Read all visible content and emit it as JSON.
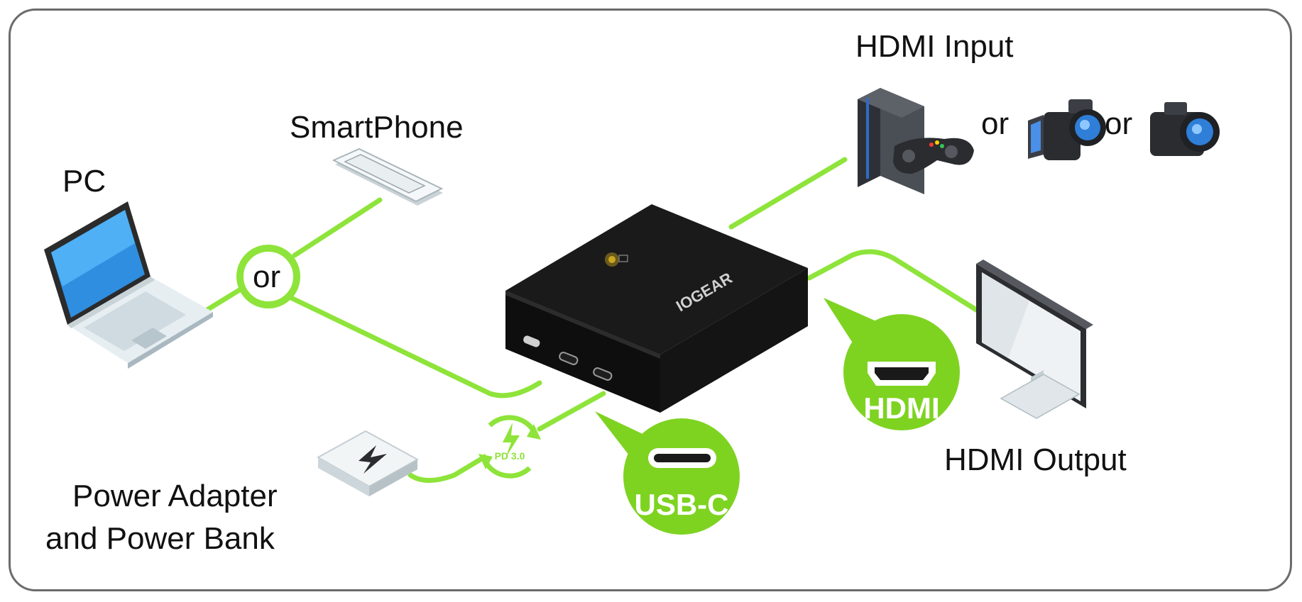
{
  "labels": {
    "pc": "PC",
    "smartphone": "SmartPhone",
    "hdmi_input": "HDMI Input",
    "hdmi_output": "HDMI Output",
    "power_line1": "Power Adapter",
    "power_line2": "and Power Bank"
  },
  "connectors": {
    "or_circle": "or",
    "or_1": "or",
    "or_2": "or",
    "pd": "PD 3.0",
    "usb_c": "USB-C",
    "hdmi": "HDMI"
  },
  "device": {
    "brand": "IOGEAR"
  },
  "colors": {
    "cable_green": "#8ee43a",
    "badge_green": "#7ed321",
    "device_black": "#141414",
    "frame": "#6b6b6b"
  },
  "icons": [
    "laptop-icon",
    "smartphone-icon",
    "game-console-icon",
    "camcorder-icon",
    "camera-icon",
    "monitor-icon",
    "power-bank-icon",
    "usb-c-port-icon",
    "hdmi-port-icon",
    "pd-charge-icon"
  ]
}
